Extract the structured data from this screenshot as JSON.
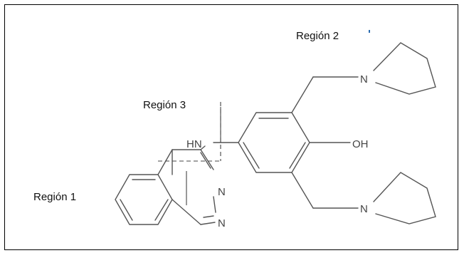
{
  "regions": {
    "region1": "Región  1",
    "region2": "Región  2",
    "region3": "Región  3"
  },
  "atoms": {
    "nh": "HN",
    "oh": "OH",
    "n_pyrrolidine_top": "N",
    "n_pyrrolidine_bottom": "N",
    "n_ring_top": "N",
    "n_ring_bottom": "N"
  }
}
